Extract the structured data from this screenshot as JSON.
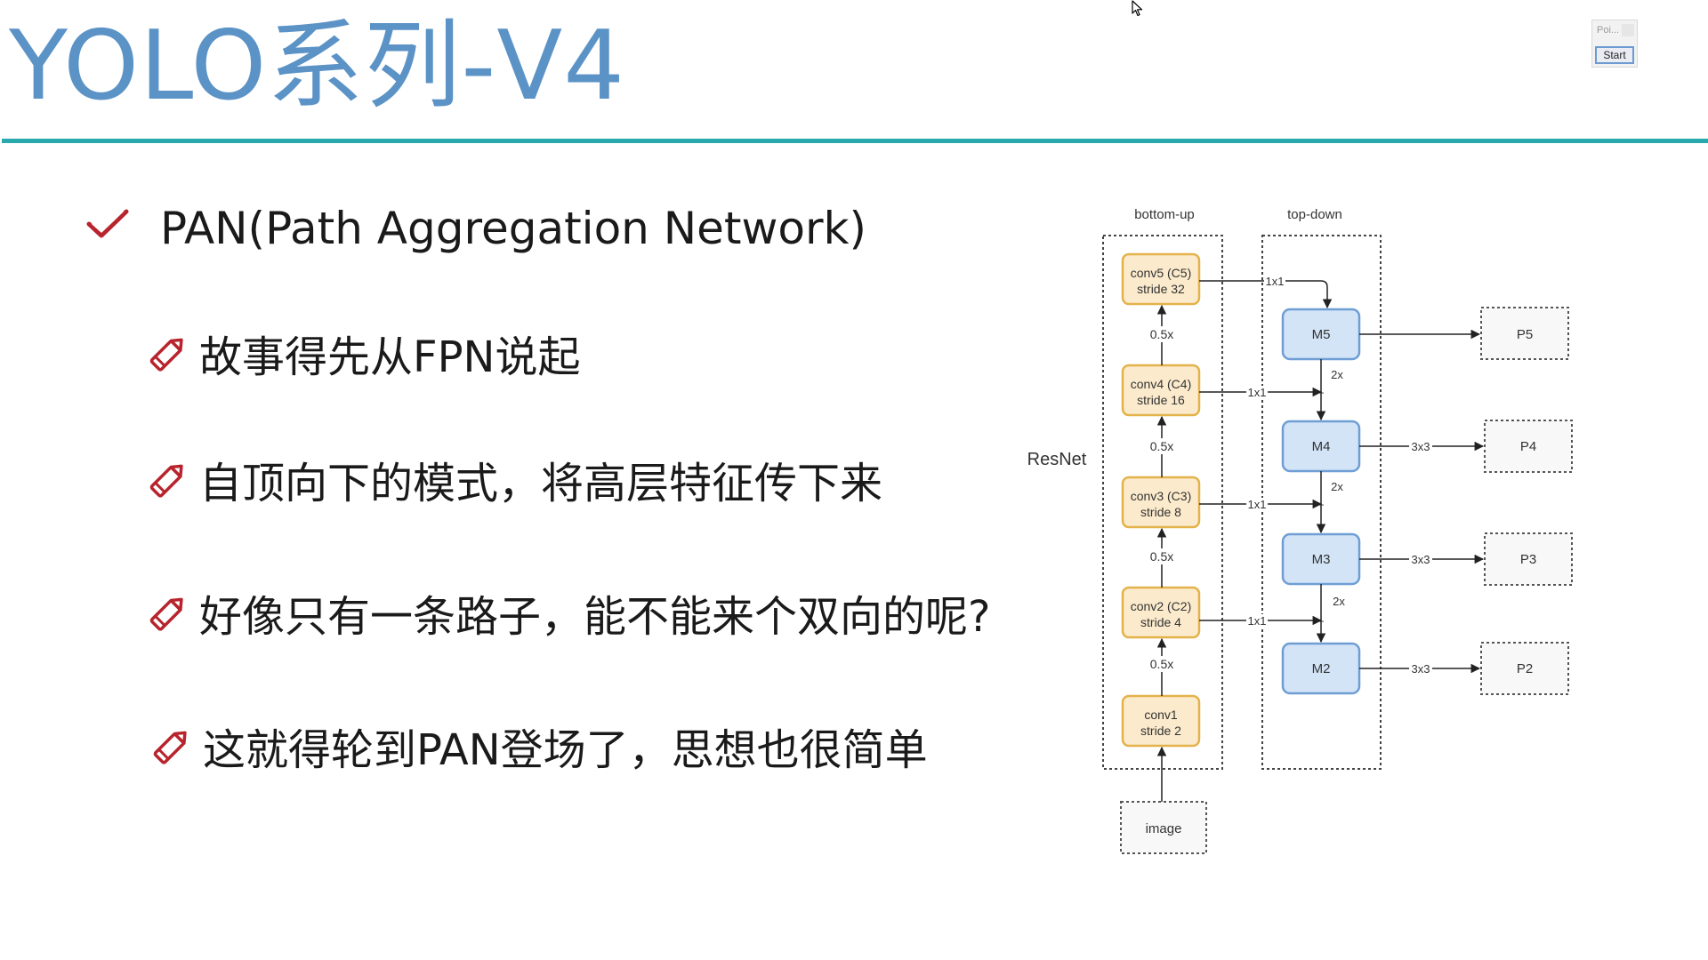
{
  "slide": {
    "title": "YOLO系列-V4",
    "heading": "PAN(Path Aggregation Network)",
    "bullets": [
      "故事得先从FPN说起",
      "自顶向下的模式，将高层特征传下来",
      "好像只有一条路子，能不能来个双向的呢?",
      "这就得轮到PAN登场了，思想也很简单"
    ],
    "accent_color": "#2aa9ad",
    "title_color": "#5b93c6",
    "icons": {
      "heading": "check-icon",
      "bullet": "pencil-icon"
    }
  },
  "widget": {
    "label": "Poi...",
    "button": "Start"
  },
  "diagram": {
    "column_bottom_up": "bottom-up",
    "column_top_down": "top-down",
    "backbone_label": "ResNet",
    "input_label": "image",
    "backbone_blocks": [
      {
        "line1": "conv5 (C5)",
        "line2": "stride 32"
      },
      {
        "line1": "conv4 (C4)",
        "line2": "stride 16"
      },
      {
        "line1": "conv3 (C3)",
        "line2": "stride 8"
      },
      {
        "line1": "conv2 (C2)",
        "line2": "stride 4"
      },
      {
        "line1": "conv1",
        "line2": "stride 2"
      }
    ],
    "downsample_labels": [
      "0.5x",
      "0.5x",
      "0.5x",
      "0.5x"
    ],
    "merge_blocks": [
      "M5",
      "M4",
      "M3",
      "M2"
    ],
    "upsample_labels": [
      "2x",
      "2x",
      "2x"
    ],
    "lateral_labels": [
      "1x1",
      "1x1",
      "1x1",
      "1x1"
    ],
    "output_conv_labels": [
      "3x3",
      "3x3",
      "3x3"
    ],
    "outputs": [
      "P5",
      "P4",
      "P3",
      "P2"
    ],
    "colors": {
      "backbone_fill": "#fbeacb",
      "backbone_stroke": "#e3b24a",
      "merge_fill": "#d3e4f7",
      "merge_stroke": "#6e9ed4"
    }
  }
}
